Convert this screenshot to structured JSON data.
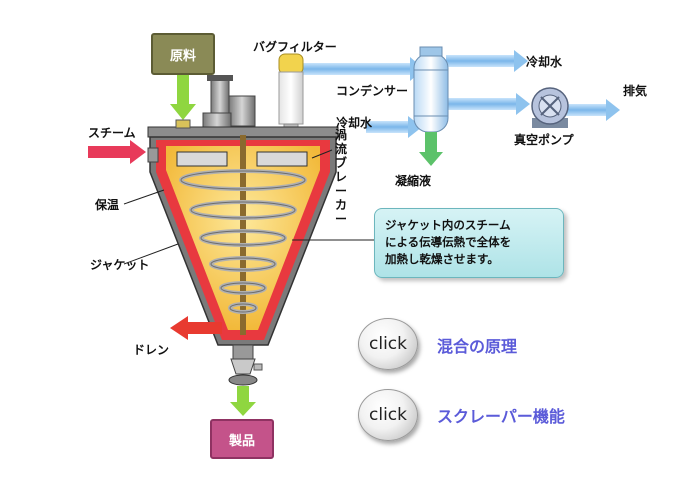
{
  "labels": {
    "raw_material": "原料",
    "product": "製品",
    "bag_filter": "バグフィルター",
    "condenser": "コンデンサー",
    "cooling_water_in": "冷却水",
    "cooling_water_out": "冷却水",
    "exhaust": "排気",
    "vacuum_pump": "真空ポンプ",
    "condensate": "凝縮液",
    "steam": "スチーム",
    "insulation": "保温",
    "jacket": "ジャケット",
    "drain": "ドレン",
    "vortex_breaker": "渦流ブレーカー"
  },
  "note": {
    "lines": [
      "ジャケット内のスチーム",
      "による伝導伝熱で全体を",
      "加熱し乾燥させます。"
    ]
  },
  "buttons": [
    {
      "button_text": "click",
      "label": "混合の原理"
    },
    {
      "button_text": "click",
      "label": "スクレーパー機能"
    }
  ],
  "colors": {
    "steam_arrow": "#e83a5a",
    "drain_arrow": "#e83a30",
    "feed_arrow": "#8fd640",
    "condensate_arrow": "#5cc26a",
    "pipe_blue": "#8ec3ee",
    "jacket": "#e8393f",
    "contents": "#f7c84a",
    "click_label": "#5b5bd9"
  }
}
